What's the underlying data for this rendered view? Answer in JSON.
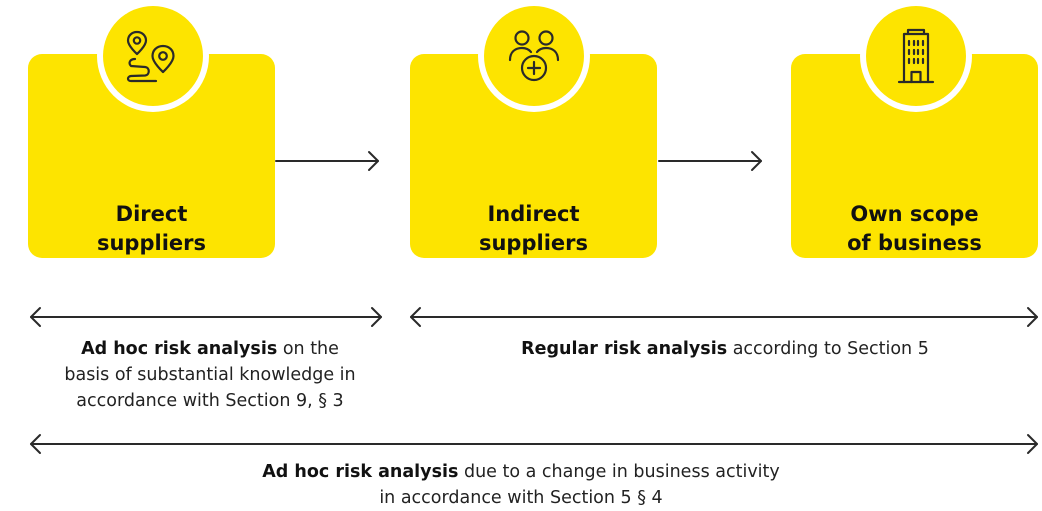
{
  "colors": {
    "card": "#fde400",
    "text": "#111111",
    "line": "#2a2a2a"
  },
  "steps": [
    {
      "line1": "Direct",
      "line2": "suppliers",
      "icon": "route-location-pin-icon"
    },
    {
      "line1": "Indirect",
      "line2": "suppliers",
      "icon": "add-people-icon"
    },
    {
      "line1": "Own scope",
      "line2": "of business",
      "icon": "office-building-icon"
    }
  ],
  "captions": {
    "direct": {
      "bold": "Ad hoc risk analysis",
      "rest1": " on the",
      "line2": "basis of substantial knowledge in",
      "line3": "accordance with Section 9, § 3"
    },
    "regular": {
      "bold": "Regular risk analysis",
      "rest1": " according to Section 5"
    },
    "change": {
      "bold": "Ad hoc risk analysis",
      "rest1": " due to a change in business activity",
      "line2": "in accordance with Section 5 § 4"
    }
  }
}
